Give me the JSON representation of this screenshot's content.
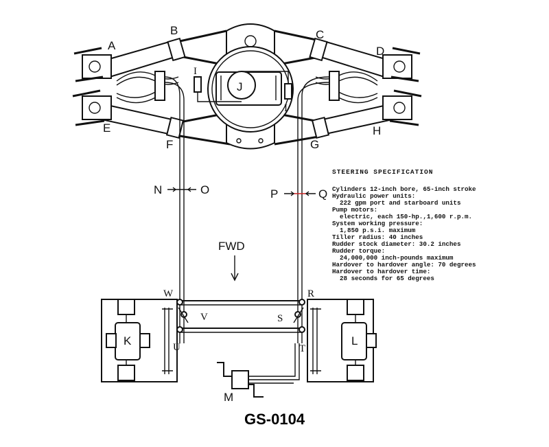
{
  "labels": {
    "A": "A",
    "B": "B",
    "C": "C",
    "D": "D",
    "E": "E",
    "F": "F",
    "G": "G",
    "H": "H",
    "I_left": "I",
    "I_right": "I",
    "J": "J",
    "K": "K",
    "L": "L",
    "M": "M",
    "N": "N",
    "O": "O",
    "P": "P",
    "Q": "Q",
    "R": "R",
    "S": "S",
    "T": "T",
    "U": "U",
    "V": "V",
    "W": "W",
    "fwd": "FWD"
  },
  "spec": {
    "title": "STEERING SPECIFICATION",
    "lines": [
      "Cylinders 12-inch bore, 65-inch stroke",
      "Hydraulic power units:",
      "  222 gpm port and starboard units",
      "Pump motors:",
      "  electric, each 150-hp.,1,600 r.p.m.",
      "System working pressure:",
      "  1,850 p.s.i. maximum",
      "Tiller radius: 40 inches",
      "Rudder stock diameter: 30.2 inches",
      "Rudder torque:",
      "  24,000,000 inch-pounds maximum",
      "Hardover to hardover angle: 70 degrees",
      "Hardover to hardover time:",
      "  28 seconds for 65 degrees"
    ]
  },
  "caption": "GS-0104",
  "colors": {
    "ink": "#111111",
    "marker_red": "#cc2222"
  }
}
